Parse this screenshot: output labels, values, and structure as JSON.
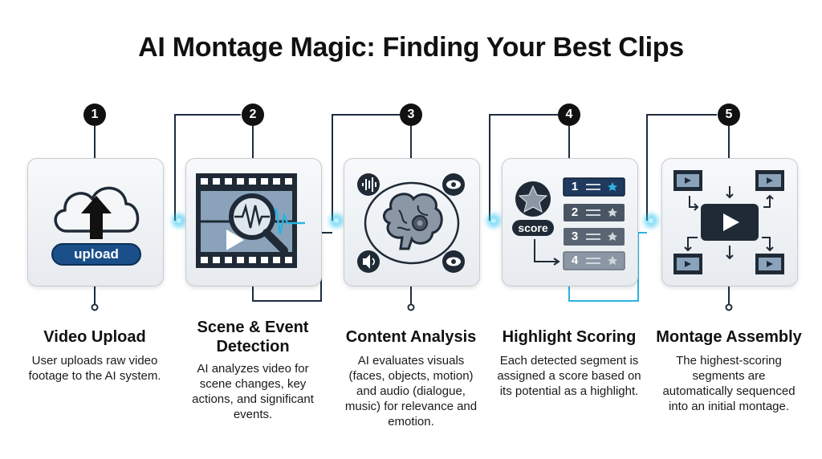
{
  "title": "AI Montage Magic: Finding Your Best Clips",
  "steps": [
    {
      "number": "1",
      "title": "Video Upload",
      "description": "User uploads raw video footage to the AI system.",
      "icon": "cloud-upload-icon",
      "button_label": "upload"
    },
    {
      "number": "2",
      "title": "Scene & Event Detection",
      "description": "AI analyzes video for scene changes, key actions, and significant events.",
      "icon": "film-magnifier-icon"
    },
    {
      "number": "3",
      "title": "Content Analysis",
      "description": "AI evaluates visuals (faces, objects, motion) and audio (dialogue, music) for relevance and emotion.",
      "icon": "brain-gear-icon"
    },
    {
      "number": "4",
      "title": "Highlight Scoring",
      "description": "Each detected segment is assigned a score based on its potential as a highlight.",
      "icon": "star-score-icon",
      "score_label": "score",
      "ranks": [
        "1",
        "2",
        "3",
        "4"
      ]
    },
    {
      "number": "5",
      "title": "Montage Assembly",
      "description": "The highest-scoring segments are automatically sequenced into an initial montage.",
      "icon": "montage-play-icon"
    }
  ],
  "colors": {
    "connector": "#1f2d3d",
    "glow": "#27c4f0",
    "upload_button": "#1b4f8a",
    "dark_navy": "#1f2a36",
    "icon_gray": "#6b7480"
  }
}
